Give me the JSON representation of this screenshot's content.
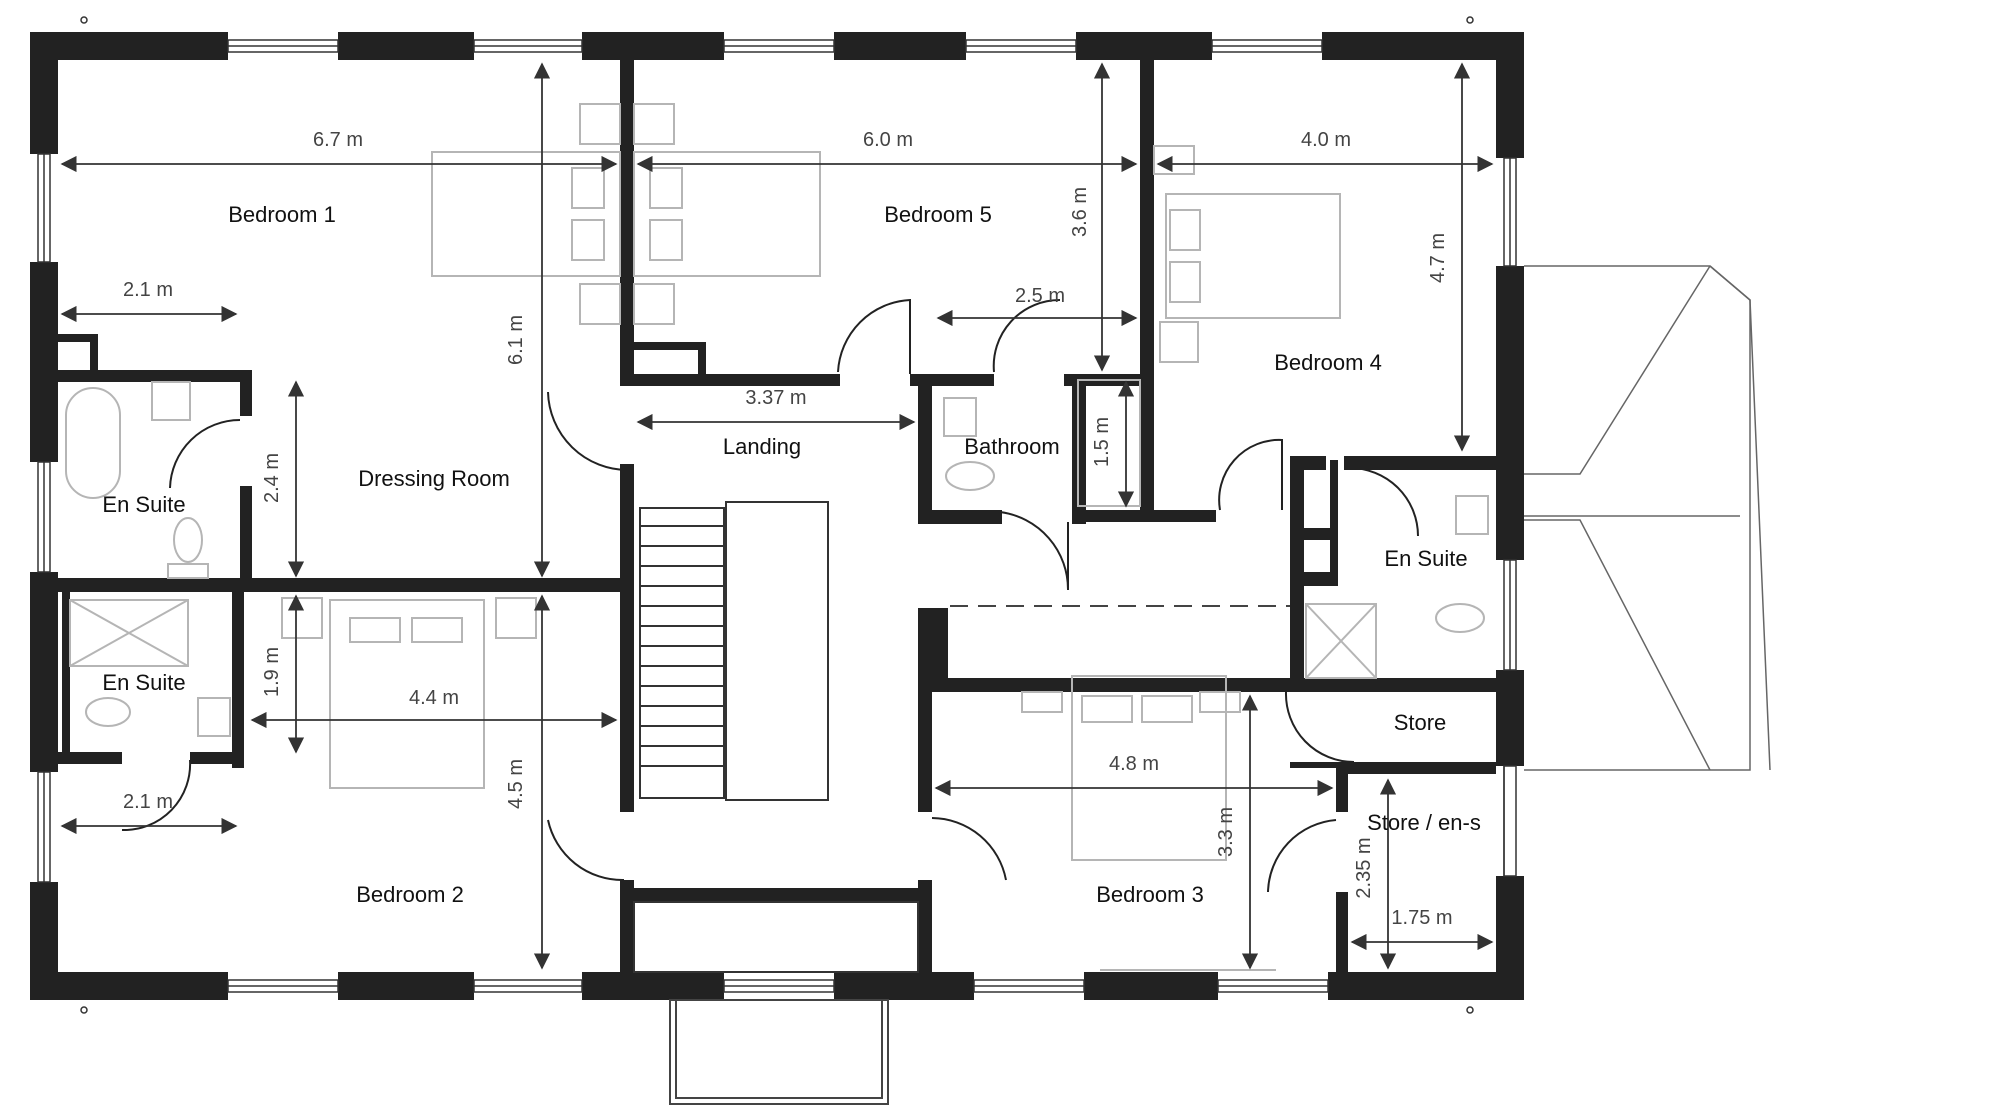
{
  "rooms": {
    "bedroom_1": "Bedroom 1",
    "bedroom_2": "Bedroom 2",
    "bedroom_3": "Bedroom 3",
    "bedroom_4": "Bedroom 4",
    "bedroom_5": "Bedroom 5",
    "dressing_room": "Dressing Room",
    "en_suite_upper": "En Suite",
    "en_suite_lower": "En Suite",
    "en_suite_right": "En Suite",
    "landing": "Landing",
    "bathroom": "Bathroom",
    "store": "Store",
    "store_en_s": "Store / en-s"
  },
  "dimensions": {
    "bedroom_1_width": "6.7 m",
    "bedroom_5_width": "6.0 m",
    "bedroom_4_width": "4.0 m",
    "en_suite_upper_width": "2.1 m",
    "bedroom_1_height": "6.1 m",
    "bedroom_5_height": "3.6 m",
    "bathroom_width": "2.5 m",
    "bedroom_4_height": "4.7 m",
    "landing_width": "3.37 m",
    "dressing_room_height": "2.4 m",
    "bath_shower_height": "1.5 m",
    "en_suite_lower_height": "1.9 m",
    "bedroom_2_width": "4.4 m",
    "bedroom_2_height": "4.5 m",
    "en_suite_lower_width": "2.1 m",
    "bedroom_3_width": "4.8 m",
    "bedroom_3_height": "3.3 m",
    "store_en_s_height": "2.35 m",
    "store_en_s_width": "1.75 m"
  },
  "colors": {
    "wall": "#222222",
    "line": "#333333",
    "furniture": "#b5b5b5"
  }
}
